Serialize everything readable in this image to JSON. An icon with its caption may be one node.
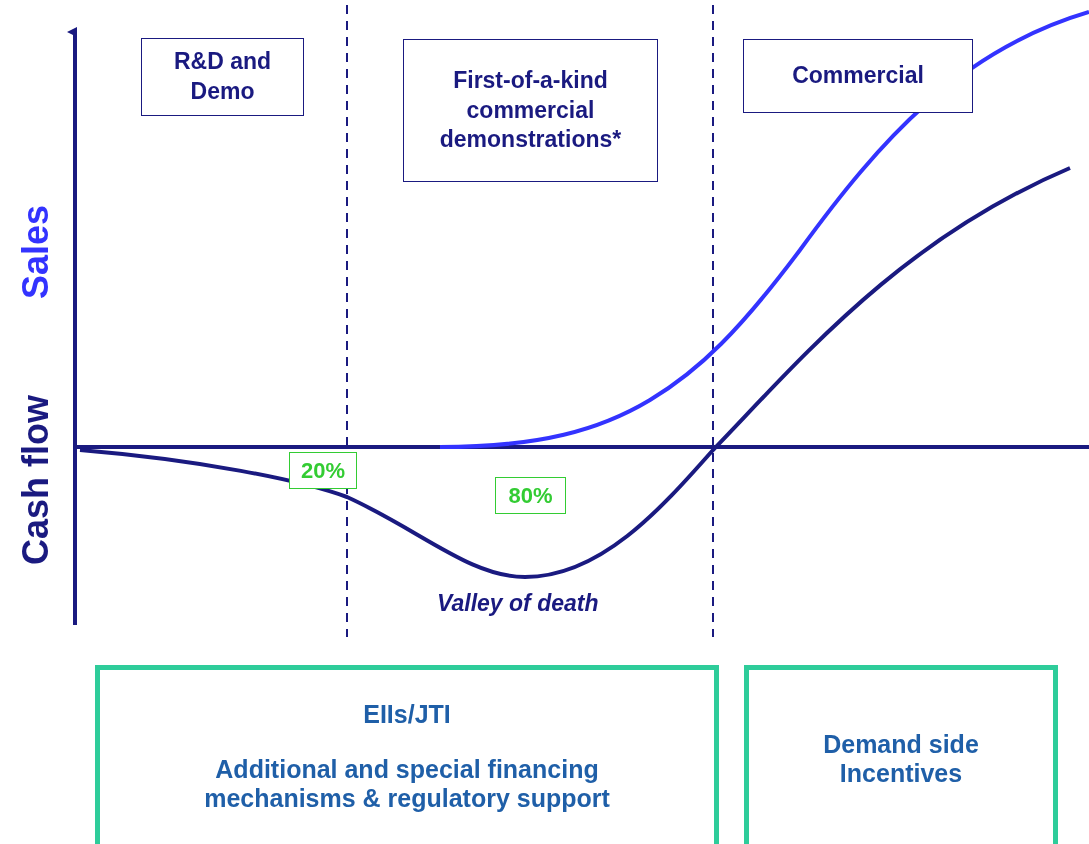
{
  "diagram": {
    "nodes": [
      {
        "text": [
          "R&D and Demo"
        ]
      },
      {
        "text": [
          "First-of-a-kind commercial demonstrations*"
        ]
      },
      {
        "text": [
          "Commercial"
        ]
      },
      {
        "text": [
          "20%"
        ]
      },
      {
        "text": [
          "80%"
        ]
      },
      {
        "text": [
          "EIIs/JTI",
          "Additional and special financing mechanisms & regulatory support"
        ]
      },
      {
        "text": [
          "Demand side Incentives"
        ]
      }
    ],
    "edges": [],
    "labels": [
      "Sales",
      "Cash flow",
      "Valley of death"
    ]
  }
}
